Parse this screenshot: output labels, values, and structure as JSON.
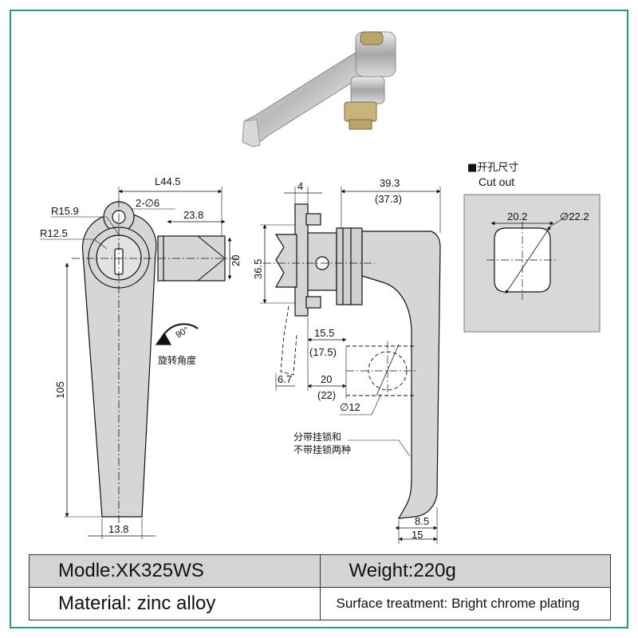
{
  "drawing": {
    "dims_front": {
      "l445": "L44.5",
      "hole": "2-∅6",
      "r159": "R15.9",
      "r125": "R12.5",
      "d238": "23.8",
      "d20": "20",
      "d105": "105",
      "d138": "13.8"
    },
    "rotation": {
      "angle": "90°",
      "label": "旋转角度"
    },
    "dims_side": {
      "d4": "4",
      "d365": "36.5",
      "d393": "39.3",
      "d373": "(37.3)",
      "d155": "15.5",
      "d175": "(17.5)",
      "d67": "6.7",
      "d20b": "20",
      "d22": "(22)",
      "d12": "∅12",
      "d85": "8.5",
      "d15": "15"
    },
    "note": {
      "line1": "分带挂锁和",
      "line2": "不带挂锁两种"
    },
    "cutout": {
      "title_cn": "■开孔尺寸",
      "title_en": "Cut out",
      "w": "20.2",
      "d": "∅22.2"
    }
  },
  "specs": {
    "model": "Modle:XK325WS",
    "weight": "Weight:220g",
    "material": "Material: zinc alloy",
    "surface": "Surface treatment: Bright chrome plating"
  }
}
